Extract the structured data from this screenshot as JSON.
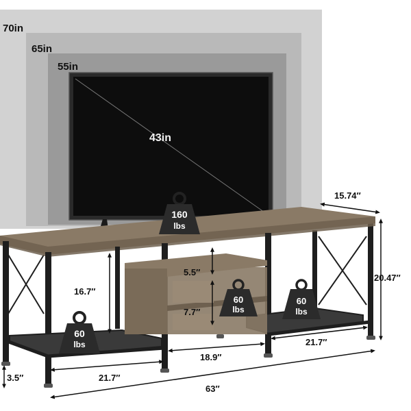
{
  "screen_sizes": {
    "s70": "70in",
    "s65": "65in",
    "s55": "55in",
    "s43": "43in"
  },
  "weights": {
    "top": {
      "value": "160",
      "unit": "lbs"
    },
    "left_shelf": {
      "value": "60",
      "unit": "lbs"
    },
    "middle_shelf": {
      "value": "60",
      "unit": "lbs"
    },
    "right_shelf": {
      "value": "60",
      "unit": "lbs"
    }
  },
  "dimensions": {
    "depth": "15.74″",
    "height": "20.47″",
    "upper_cubby": "5.5″",
    "lower_cubby": "7.7″",
    "open_height": "16.7″",
    "left_shelf_width": "21.7″",
    "middle_width": "18.9″",
    "right_shelf_width": "21.7″",
    "total_width": "63″",
    "clearance": "3.5″"
  },
  "colors": {
    "frame": "#1e1e1e",
    "wood": "#8a7a66",
    "wood_dark": "#6e604f",
    "tv_screen": "#0d0d0d",
    "bg70": "#d2d2d2",
    "bg65": "#b9b9b9",
    "bg55": "#9a9a9a"
  }
}
